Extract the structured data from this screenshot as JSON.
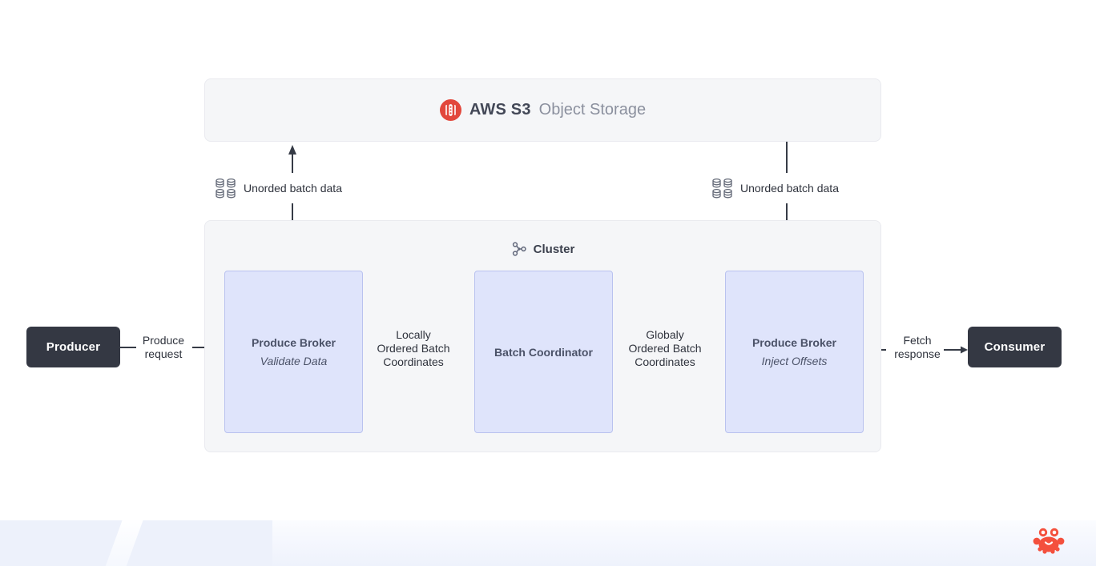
{
  "s3": {
    "name": "AWS S3",
    "type": "Object Storage"
  },
  "cluster": {
    "title": "Cluster"
  },
  "nodes": {
    "producer": {
      "label": "Producer"
    },
    "consumer": {
      "label": "Consumer"
    },
    "produce_broker_validate": {
      "title": "Produce Broker",
      "subtitle": "Validate Data"
    },
    "batch_coordinator": {
      "title": "Batch Coordinator"
    },
    "produce_broker_inject": {
      "title": "Produce Broker",
      "subtitle": "Inject Offsets"
    }
  },
  "edges": {
    "produce_request": {
      "label": "Produce\nrequest"
    },
    "locally_ordered": {
      "label": "Locally\nOrdered Batch\nCoordinates"
    },
    "globally_ordered": {
      "label": "Globaly\nOrdered Batch\nCoordinates"
    },
    "fetch_response": {
      "label": "Fetch\nresponse"
    },
    "unordered_left": {
      "label": "Unorded batch data"
    },
    "unordered_right": {
      "label": "Unorded batch data"
    }
  },
  "icons": {
    "s3_bucket": "s3-bucket-icon",
    "database_grid": "database-grid-icon",
    "cluster_graph": "cluster-graph-icon",
    "crab": "crab-icon"
  },
  "colors": {
    "s3_red": "#e2473c",
    "node_fill": "#dfe4fb",
    "node_border": "#b9c2ef",
    "dark_node": "#343843",
    "line": "#363b46",
    "panel": "#f5f6f8",
    "panel_border": "#e9eaef",
    "footer_blue": "#edf1fb",
    "crab_red": "#f4503d"
  }
}
